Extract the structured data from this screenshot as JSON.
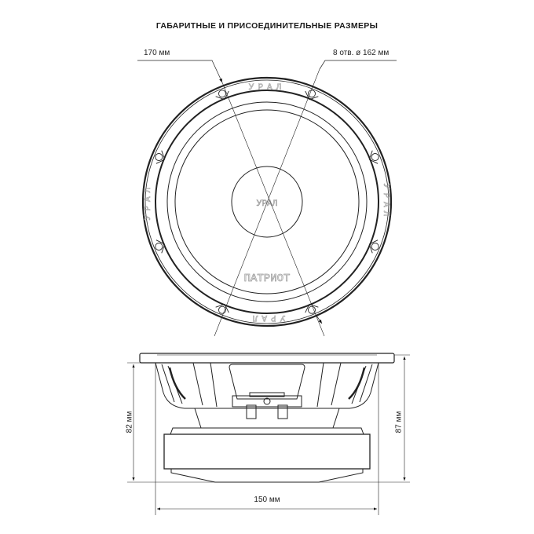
{
  "title": "ГАБАРИТНЫЕ И ПРИСОЕДИНИТЕЛЬНЫЕ РАЗМЕРЫ",
  "front_view": {
    "outer_diameter_label": "170 мм",
    "mount_holes_label": "8 отв. ø 162 мм",
    "brand_ring_text": "УРАЛ",
    "center_logo_text": "УРАЛ",
    "model_text": "ПАТРИОТ"
  },
  "side_view": {
    "height_magnet_label": "82 мм",
    "height_total_label": "87 мм",
    "width_label": "150 мм"
  }
}
